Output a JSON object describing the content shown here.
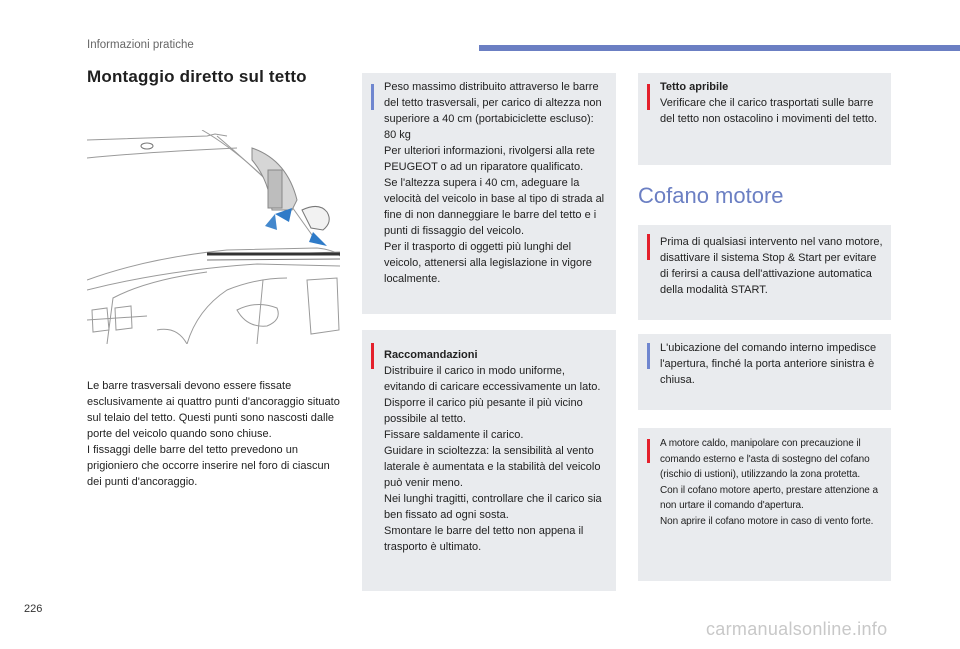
{
  "header": {
    "section": "Informazioni pratiche",
    "accent_color": "#6b7fc3"
  },
  "title": "Montaggio diretto sul tetto",
  "illustration": {
    "name": "car-roof-bars-mounting-illustration"
  },
  "body_text": [
    "Le barre trasversali devono essere fissate esclusivamente ai quattro punti d'ancoraggio situato sul telaio del tetto. Questi punti sono nascosti dalle porte del veicolo quando sono chiuse.",
    "I fissaggi delle barre del tetto prevedono un prigioniero che occorre inserire nel foro di ciascun dei punti d'ancoraggio."
  ],
  "box_info_load": {
    "icon": "info-bar",
    "lines": [
      "Peso massimo distribuito attraverso le barre del tetto trasversali, per carico di altezza non superiore a 40 cm (portabiciclette escluso): 80 kg",
      "Per ulteriori informazioni, rivolgersi alla rete PEUGEOT o ad un riparatore qualificato.",
      "Se l'altezza supera i 40 cm, adeguare la velocità del veicolo in base al tipo di strada al fine di non danneggiare le barre del tetto e i punti di fissaggio del veicolo.",
      "Per il trasporto di oggetti più lunghi del veicolo, attenersi alla legislazione in vigore localmente."
    ]
  },
  "box_recommendations": {
    "icon": "warning-bar",
    "heading": "Raccomandazioni",
    "lines": [
      "Distribuire il carico in modo uniforme, evitando di caricare eccessivamente un lato.",
      "Disporre il carico più pesante il più vicino possibile al tetto.",
      "Fissare saldamente il carico.",
      "Guidare in scioltezza: la sensibilità al vento laterale è aumentata e la stabilità del veicolo può venir meno.",
      "Nei lunghi tragitti, controllare che il carico sia ben fissato ad ogni sosta.",
      "Smontare le barre del tetto non appena il trasporto è ultimato."
    ]
  },
  "box_sunroof": {
    "icon": "warning-bar",
    "heading": "Tetto apribile",
    "text": "Verificare che il carico trasportati sulle barre del tetto non ostacolino i movimenti del tetto."
  },
  "section2_title": "Cofano motore",
  "box_engine_warning": {
    "icon": "warning-bar",
    "text": "Prima di qualsiasi intervento nel vano motore, disattivare il sistema Stop & Start per evitare di ferirsi a causa dell'attivazione automatica della modalità START."
  },
  "box_engine_info": {
    "icon": "info-bar",
    "text": "L'ubicazione del comando interno impedisce l'apertura, finché la porta anteriore sinistra è chiusa."
  },
  "box_hot_engine": {
    "icon": "warning-bar",
    "lines": [
      "A motore caldo, manipolare con precauzione il comando esterno e l'asta di sostegno del cofano (rischio di ustioni), utilizzando la zona protetta.",
      "Con il cofano motore aperto, prestare attenzione a non urtare il comando d'apertura.",
      "Non aprire il cofano motore in caso di vento forte."
    ]
  },
  "footer": {
    "page_number": "226",
    "watermark": "carmanualsonline.info"
  },
  "colors": {
    "info": "#6f86cf",
    "warning": "#e4202c",
    "box_bg": "#e9ebee"
  }
}
